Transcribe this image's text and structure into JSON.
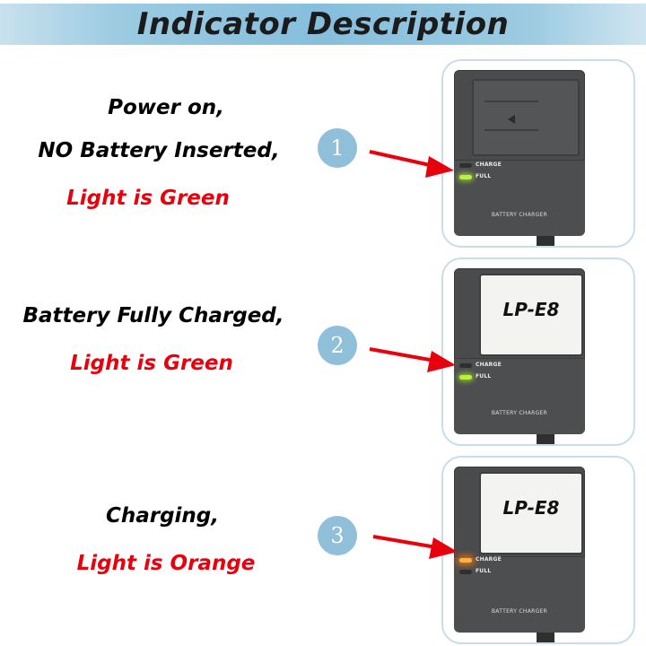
{
  "header": {
    "title": "Indicator Description"
  },
  "states": [
    {
      "number": "1",
      "lines": [
        "Power on,",
        "NO Battery Inserted,"
      ],
      "light_text": "Light is Green",
      "battery_inserted": false,
      "battery_label": "",
      "active_led": "full",
      "led_color": "green"
    },
    {
      "number": "2",
      "lines": [
        "Battery Fully Charged,"
      ],
      "light_text": "Light is Green",
      "battery_inserted": true,
      "battery_label": "LP-E8",
      "active_led": "full",
      "led_color": "green"
    },
    {
      "number": "3",
      "lines": [
        "Charging,"
      ],
      "light_text": "Light is Orange",
      "battery_inserted": true,
      "battery_label": "LP-E8",
      "active_led": "charge",
      "led_color": "orange"
    }
  ],
  "charger": {
    "charge_label": "CHARGE",
    "full_label": "FULL",
    "device_label": "BATTERY CHARGER"
  },
  "colors": {
    "banner": "#86bedc",
    "highlight_text": "#e8000d",
    "badge": "#8fbfd9",
    "arrow": "#e8000d",
    "led_green": "#b8f23a",
    "led_orange": "#ffb347"
  }
}
